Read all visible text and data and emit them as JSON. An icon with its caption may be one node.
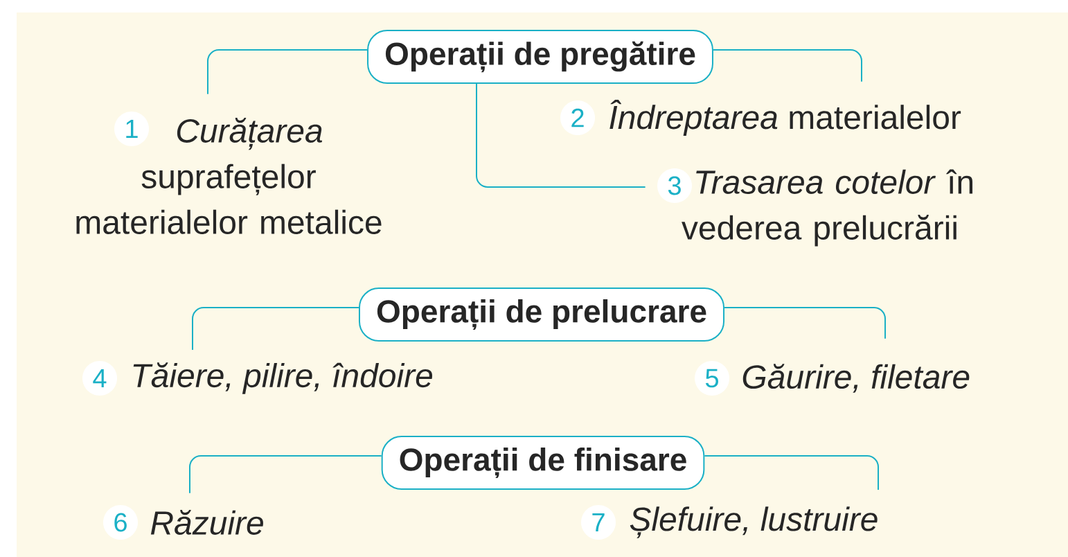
{
  "diagram": {
    "nodes": [
      {
        "text": [
          "Operații de pregătire"
        ]
      },
      {
        "text": [
          "1",
          "*Curățarea* suprafețelor materialelor metalice"
        ]
      },
      {
        "text": [
          "2",
          "*Îndreptarea* materialelor"
        ]
      },
      {
        "text": [
          "3",
          "*Trasarea cotelor* în vederea prelucrării"
        ]
      },
      {
        "text": [
          "Operații de prelucrare"
        ]
      },
      {
        "text": [
          "4",
          "Tăiere, pilire, îndoire"
        ]
      },
      {
        "text": [
          "5",
          "Găurire, filetare"
        ]
      },
      {
        "text": [
          "Operații de finisare"
        ]
      },
      {
        "text": [
          "6",
          "Răzuire"
        ]
      },
      {
        "text": [
          "7",
          "Șlefuire, lustruire"
        ]
      }
    ],
    "edges": [
      {
        "from": 0,
        "to": 1,
        "arrow": "none"
      },
      {
        "from": 0,
        "to": 2,
        "arrow": "none"
      },
      {
        "from": 0,
        "to": 3,
        "arrow": "none"
      },
      {
        "from": 4,
        "to": 5,
        "arrow": "none"
      },
      {
        "from": 4,
        "to": 6,
        "arrow": "none"
      },
      {
        "from": 7,
        "to": 8,
        "arrow": "none"
      },
      {
        "from": 7,
        "to": 9,
        "arrow": "none"
      }
    ]
  }
}
